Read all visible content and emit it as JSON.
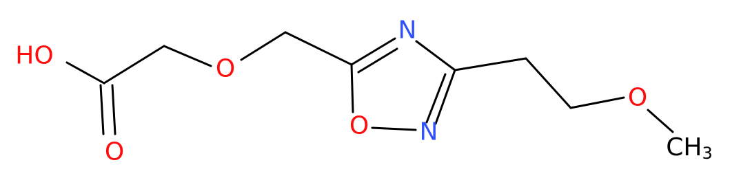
{
  "molecule": {
    "atoms": {
      "ho": {
        "text": "HO",
        "color": "#ff0d0d"
      },
      "carbonyl_o": {
        "text": "O",
        "color": "#ff0d0d"
      },
      "ether_o": {
        "text": "O",
        "color": "#ff0d0d"
      },
      "ring_n_top": {
        "text": "N",
        "color": "#3050f8"
      },
      "ring_o": {
        "text": "O",
        "color": "#ff0d0d"
      },
      "ring_n_bottom": {
        "text": "N",
        "color": "#3050f8"
      },
      "methoxy_o": {
        "text": "O",
        "color": "#ff0d0d"
      },
      "methyl": {
        "text": "CH",
        "subscript": "3",
        "color": "#000000"
      }
    },
    "bond_color": "#000000"
  }
}
